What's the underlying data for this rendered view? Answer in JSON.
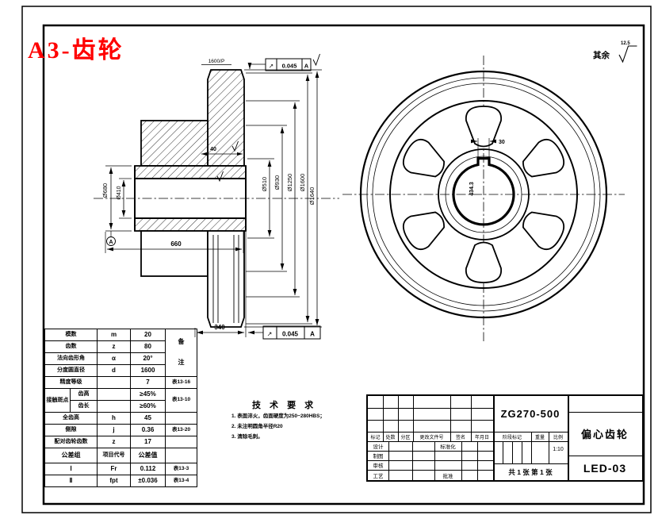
{
  "page": {
    "title": "A3-齿轮"
  },
  "sheet_note": {
    "label": "其余",
    "roughness": "12.5"
  },
  "section_view": {
    "dims": {
      "bore": "Ø410",
      "hub": "Ø680",
      "recess": "Ø510",
      "web": "Ø930",
      "spoke_circle": "Ø1250",
      "pitch": "Ø1600",
      "tip": "Ø1640",
      "rim_width": "660",
      "hub_width": "340",
      "web_step": "40",
      "rim_note": "1600/P"
    },
    "runout_top": {
      "symbol": "↗",
      "value": "0.045",
      "datum": "A"
    },
    "runout_bottom": {
      "symbol": "↗",
      "value": "0.045",
      "datum": "A"
    },
    "datum_label": "A"
  },
  "front_view": {
    "keyway_width": "30",
    "keyway_depth": "434.3"
  },
  "tech_req": {
    "title": "技 术 要 求",
    "items": [
      "1. 表面淬火，齿面硬度为250~280HBS；",
      "2. 未注明圆角半径R20",
      "3. 清除毛刺。"
    ]
  },
  "param_table": {
    "note": [
      "备",
      "注"
    ],
    "rows": [
      {
        "name": "模数",
        "sym": "m",
        "val": "20",
        "ref": ""
      },
      {
        "name": "齿数",
        "sym": "z",
        "val": "80",
        "ref": ""
      },
      {
        "name": "法向齿形角",
        "sym": "α",
        "val": "20°",
        "ref": ""
      },
      {
        "name": "分度圆直径",
        "sym": "d",
        "val": "1600",
        "ref": ""
      },
      {
        "name": "精度等级",
        "sym": "",
        "val": "7",
        "ref": "表13-16"
      },
      {
        "name": "接触斑点",
        "sub": "齿高",
        "sym": "",
        "val": "≥45%",
        "ref": "表13-10"
      },
      {
        "name": "",
        "sub": "齿长",
        "sym": "",
        "val": "≥60%",
        "ref": ""
      },
      {
        "name": "全齿高",
        "sym": "h",
        "val": "45",
        "ref": ""
      },
      {
        "name": "侧隙",
        "sym": "j",
        "val": "0.36",
        "ref": "表13-20"
      },
      {
        "name": "配对齿轮齿数",
        "sym": "z",
        "val": "17",
        "ref": ""
      },
      {
        "name": "公差组",
        "sym": "项目代号",
        "val": "公差值",
        "ref": ""
      },
      {
        "name": "Ⅰ",
        "sym": "Fr",
        "val": "0.112",
        "ref": "表13-3"
      },
      {
        "name": "Ⅱ",
        "sym": "fpt",
        "val": "±0.036",
        "ref": "表13-4"
      }
    ]
  },
  "title_block": {
    "material": "ZG270-500",
    "part_name": "偏心齿轮",
    "drawing_no": "LED-03",
    "scale_value": "1:10",
    "revision_headers": [
      "标记",
      "处数",
      "分区",
      "更改文件号",
      "签名",
      "年月日"
    ],
    "left_rows": [
      "设计",
      "制图",
      "审核",
      "工艺"
    ],
    "std_label": "标准化",
    "approve_label": "批准",
    "stage_label": "阶段标记",
    "weight_label": "重量",
    "scale_label": "比例",
    "sheet_count": "共 1 张 第 1 张"
  }
}
